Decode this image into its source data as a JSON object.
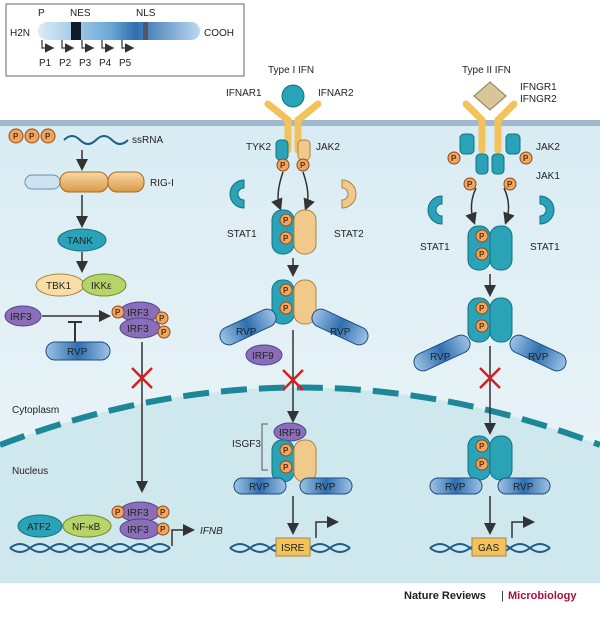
{
  "colors": {
    "membrane": "#9fb9cc",
    "cytoplasm": "#e8f3f7",
    "nucleus": "#cfe8ee",
    "stat1": "#2aa3b8",
    "stat2": "#f1c98a",
    "rvp": "#2f6fb0",
    "irf": "#8a6fb8",
    "phospho": "#f2a55e",
    "inhibit_x": "#d81e1e",
    "receptor": "#f3c25a",
    "journal_accent": "#a4123f"
  },
  "domain_map": {
    "n_terminus": "H2N",
    "c_terminus": "COOH",
    "labels": {
      "p": "P",
      "nes": "NES",
      "nls": "NLS"
    },
    "start_sites": [
      "P1",
      "P2",
      "P3",
      "P4",
      "P5"
    ]
  },
  "pathway1": {
    "ssrna": "ssRNA",
    "p": "P",
    "rig_i": "RIG-I",
    "tank": "TANK",
    "tbk1": "TBK1",
    "ikke": "IKKε",
    "irf3": "IRF3",
    "rvp": "RVP",
    "atf2": "ATF2",
    "nfkb": "NF-κB",
    "gene": "IFNB"
  },
  "pathway2": {
    "title": "Type I IFN",
    "ifnar1": "IFNAR1",
    "ifnar2": "IFNAR2",
    "tyk2": "TYK2",
    "jak2": "JAK2",
    "stat1": "STAT1",
    "stat2": "STAT2",
    "rvp": "RVP",
    "irf9": "IRF9",
    "isgf3": "ISGF3",
    "element": "ISRE",
    "p": "P"
  },
  "pathway3": {
    "title": "Type II IFN",
    "ifngr1": "IFNGR1",
    "ifngr2": "IFNGR2",
    "jak2": "JAK2",
    "jak1": "JAK1",
    "stat1": "STAT1",
    "rvp": "RVP",
    "element": "GAS",
    "p": "P"
  },
  "compartments": {
    "cytoplasm": "Cytoplasm",
    "nucleus": "Nucleus"
  },
  "footer": {
    "journal": "Nature Reviews",
    "separator": "|",
    "section": "Microbiology"
  }
}
